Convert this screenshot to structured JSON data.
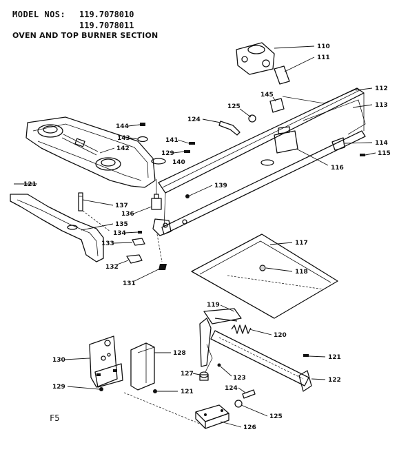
{
  "header": {
    "model_label": "MODEL NOS:",
    "model_1": "119.7078010",
    "model_2": "119.7078011",
    "section": "OVEN AND TOP BURNER SECTION"
  },
  "footer": {
    "page": "F5"
  },
  "callouts": {
    "c110": "110",
    "c111": "111",
    "c112": "112",
    "c113": "113",
    "c114": "114",
    "c115": "115",
    "c116": "116",
    "c117": "117",
    "c118": "118",
    "c119": "119",
    "c120": "120",
    "c121a": "121",
    "c121b": "121",
    "c121c": "121",
    "c122": "122",
    "c123": "123",
    "c124a": "124",
    "c124b": "124",
    "c125a": "125",
    "c125b": "125",
    "c126": "126",
    "c127": "127",
    "c128": "128",
    "c129a": "129",
    "c129b": "129",
    "c130": "130",
    "c131": "131",
    "c132": "132",
    "c133": "133",
    "c134": "134",
    "c135": "135",
    "c136": "136",
    "c137": "137",
    "c139": "139",
    "c140": "140",
    "c141": "141",
    "c142": "142",
    "c143": "143",
    "c144": "144",
    "c145": "145"
  }
}
